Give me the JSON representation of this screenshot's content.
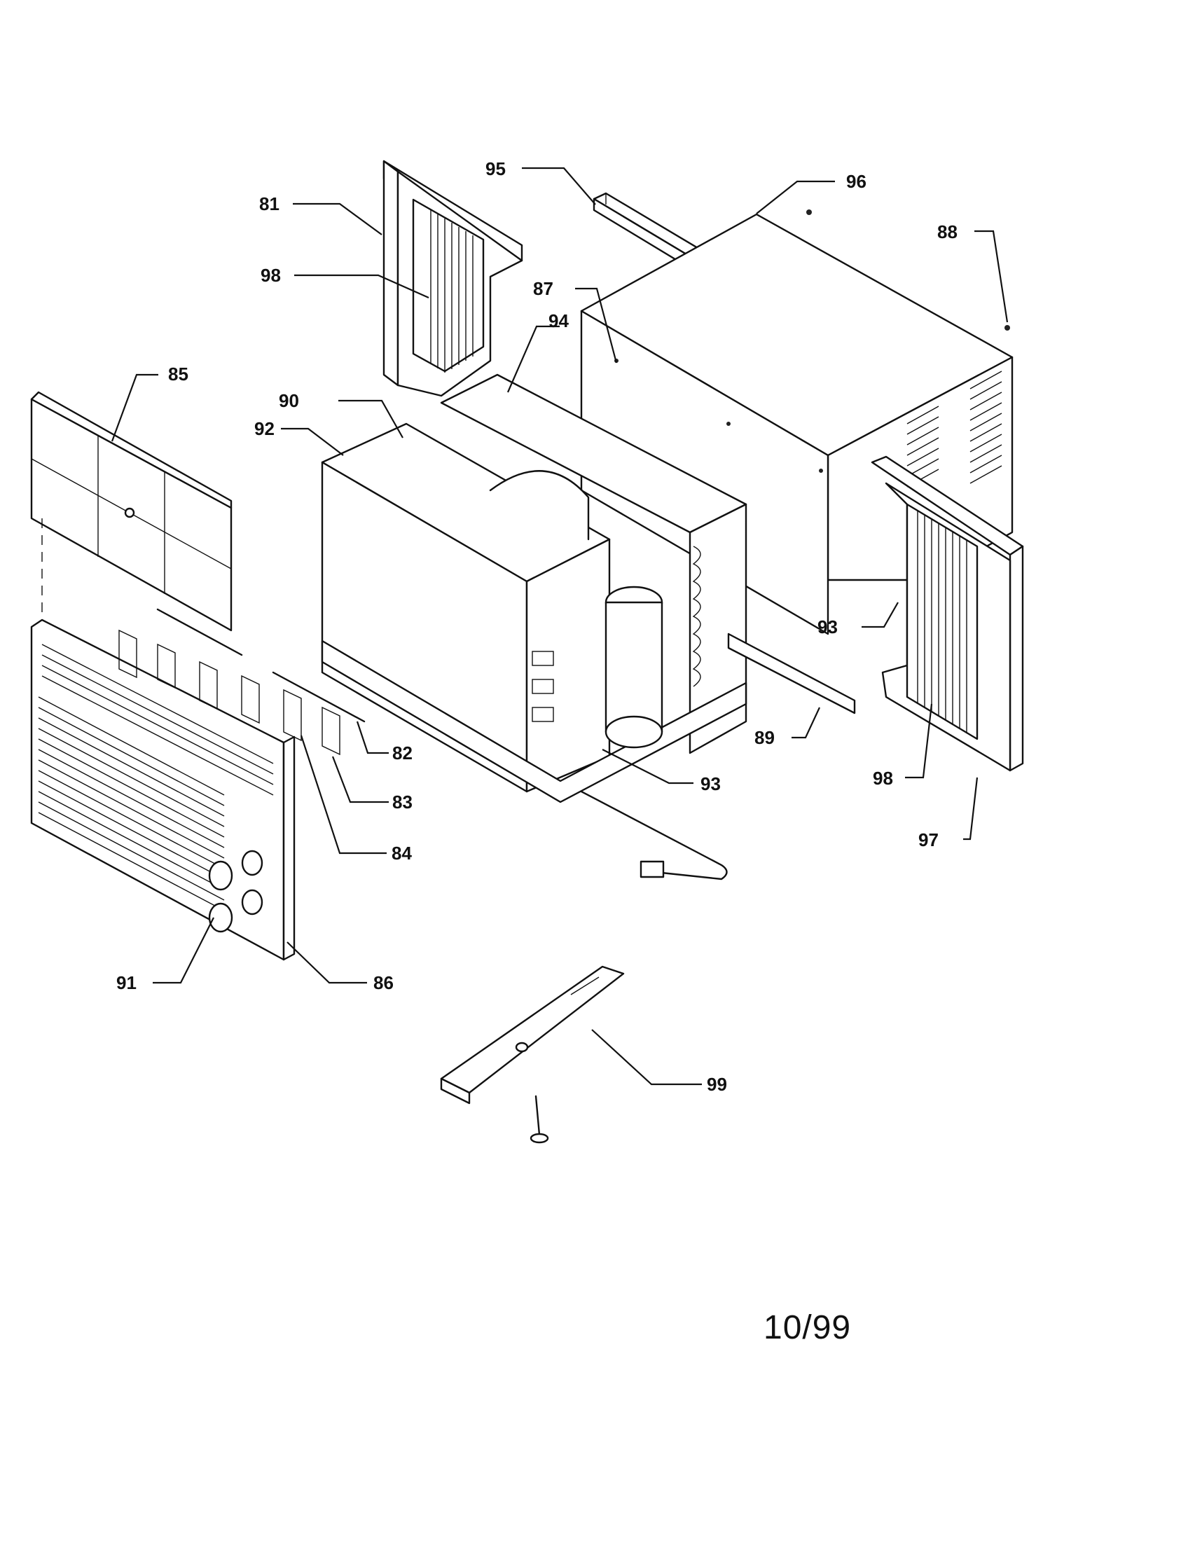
{
  "part_labels": {
    "p81": "81",
    "p95": "95",
    "p96": "96",
    "p88": "88",
    "p98_top": "98",
    "p87": "87",
    "p94": "94",
    "p85": "85",
    "p90": "90",
    "p92": "92",
    "p93_right": "93",
    "p89": "89",
    "p82": "82",
    "p83": "83",
    "p84": "84",
    "p93_mid": "93",
    "p98_right": "98",
    "p97": "97",
    "p91": "91",
    "p86": "86",
    "p99": "99"
  },
  "footer": {
    "date_code": "10/99"
  }
}
